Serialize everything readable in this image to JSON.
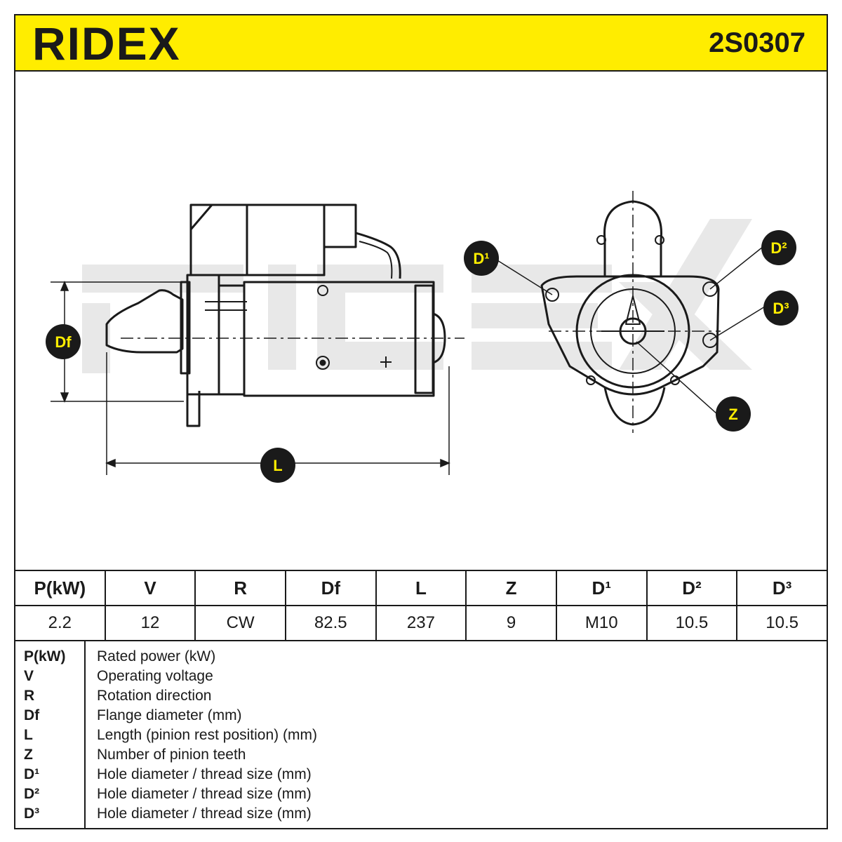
{
  "header": {
    "brand": "RIDEX",
    "part_number": "2S0307"
  },
  "callouts": {
    "df": "Df",
    "l": "L",
    "d1": "D¹",
    "d2": "D²",
    "d3": "D³",
    "z": "Z"
  },
  "colors": {
    "accent_yellow": "#ffed00",
    "ink": "#1a1a1a",
    "watermark": "#e6e6e6"
  },
  "specs": {
    "headers": [
      "P(kW)",
      "V",
      "R",
      "Df",
      "L",
      "Z",
      "D¹",
      "D²",
      "D³"
    ],
    "values": [
      "2.2",
      "12",
      "CW",
      "82.5",
      "237",
      "9",
      "M10",
      "10.5",
      "10.5"
    ]
  },
  "legend": [
    {
      "symbol": "P(kW)",
      "description": "Rated power (kW)"
    },
    {
      "symbol": "V",
      "description": "Operating voltage"
    },
    {
      "symbol": "R",
      "description": "Rotation direction"
    },
    {
      "symbol": "Df",
      "description": "Flange diameter (mm)"
    },
    {
      "symbol": "L",
      "description": "Length (pinion rest position) (mm)"
    },
    {
      "symbol": "Z",
      "description": "Number of pinion teeth"
    },
    {
      "symbol": "D¹",
      "description": "Hole diameter / thread size (mm)"
    },
    {
      "symbol": "D²",
      "description": "Hole diameter / thread size (mm)"
    },
    {
      "symbol": "D³",
      "description": "Hole diameter / thread size (mm)"
    }
  ]
}
